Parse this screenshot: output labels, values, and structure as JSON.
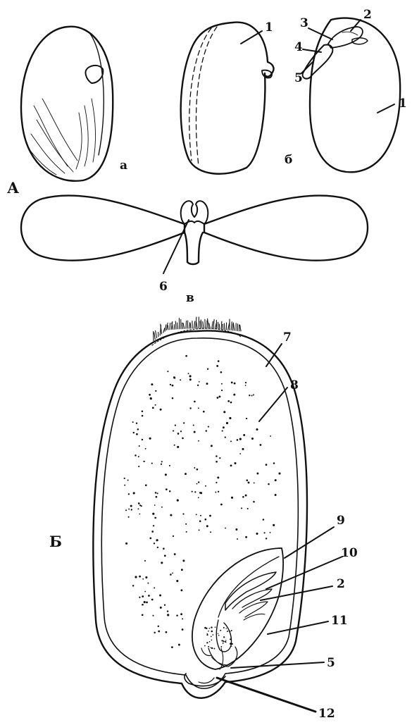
{
  "section_labels": {
    "A": "А",
    "B": "Б"
  },
  "sub_labels": {
    "a": "а",
    "b": "б",
    "v": "в"
  },
  "callouts": {
    "n1_top": "1",
    "n1_side": "1",
    "n2_top": "2",
    "n3": "3",
    "n4": "4",
    "n5_top": "5",
    "n6": "6",
    "n7": "7",
    "n8": "8",
    "n9": "9",
    "n10": "10",
    "n2_grain": "2",
    "n11": "11",
    "n5_grain": "5",
    "n12": "12"
  },
  "colors": {
    "ink": "#111111",
    "paper": "#ffffff"
  }
}
